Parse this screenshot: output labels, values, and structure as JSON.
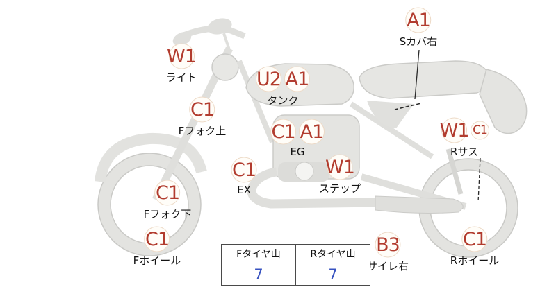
{
  "markers": [
    {
      "codes": [
        "A1"
      ],
      "label": "Sカバ右"
    },
    {
      "codes": [
        "W1"
      ],
      "label": "ライト"
    },
    {
      "codes": [
        "U2",
        "A1"
      ],
      "label": "タンク"
    },
    {
      "codes": [
        "C1"
      ],
      "label": "Fフォク上"
    },
    {
      "codes": [
        "C1",
        "A1"
      ],
      "label": "EG"
    },
    {
      "codes": [
        "W1",
        "C1"
      ],
      "label": "Rサス"
    },
    {
      "codes": [
        "C1"
      ],
      "label": "EX"
    },
    {
      "codes": [
        "W1"
      ],
      "label": "ステップ"
    },
    {
      "codes": [
        "C1"
      ],
      "label": "Fフォク下"
    },
    {
      "codes": [
        "C1"
      ],
      "label": "Fホイール"
    },
    {
      "codes": [
        "B3"
      ],
      "label": "サイレ右"
    },
    {
      "codes": [
        "C1"
      ],
      "label": "Rホイール"
    }
  ],
  "tire_table": {
    "columns": [
      {
        "header": "Fタイヤ山",
        "value": "7"
      },
      {
        "header": "Rタイヤ山",
        "value": "7"
      }
    ]
  },
  "colors": {
    "marker_code_red": "#b23c2e",
    "marker_circle_border": "#eddac7",
    "tire_value_blue": "#3752c0"
  }
}
